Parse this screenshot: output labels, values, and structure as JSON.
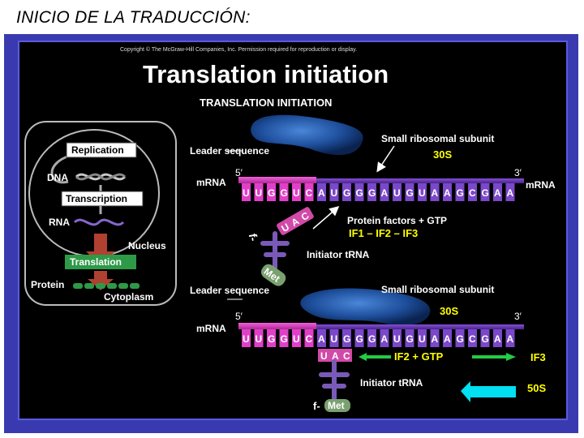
{
  "slide_title": "INICIO DE LA TRADUCCIÓN:",
  "copyright": "Copyright © The McGraw-Hill Companies, Inc. Permission required for reproduction or display.",
  "figure_title": "Translation initiation",
  "section_heading": "TRANSLATION INITIATION",
  "cell_diagram": {
    "replication": "Replication",
    "dna": "DNA",
    "transcription": "Transcription",
    "rna": "RNA",
    "nucleus": "Nucleus",
    "translation": "Translation",
    "protein": "Protein",
    "cytoplasm": "Cytoplasm"
  },
  "step1": {
    "leader_sequence": "Leader sequence",
    "five_prime": "5′",
    "three_prime": "3′",
    "mrna_left": "mRNA",
    "mrna_right": "mRNA",
    "small_subunit": "Small ribosomal subunit",
    "s30_label": "30S",
    "protein_factors": "Protein factors + GTP",
    "if_factors": "IF1 – IF2 – IF3",
    "initiator_trna": "Initiator tRNA",
    "f_prefix": "f-",
    "met": "Met",
    "anticodon": [
      "U",
      "A",
      "C"
    ],
    "sequence": [
      "U",
      "U",
      "G",
      "G",
      "U",
      "C",
      "A",
      "U",
      "G",
      "G",
      "G",
      "A",
      "U",
      "G",
      "U",
      "A",
      "A",
      "G",
      "C",
      "G",
      "A",
      "A"
    ]
  },
  "step2": {
    "leader_sequence": "Leader sequence",
    "five_prime": "5′",
    "three_prime": "3′",
    "mrna_left": "mRNA",
    "small_subunit": "Small ribosomal subunit",
    "s30_label": "30S",
    "if2_gtp": "IF2 + GTP",
    "if3": "IF3",
    "s50_label": "50S",
    "initiator_trna": "Initiator tRNA",
    "f_prefix": "f-",
    "met": "Met",
    "anticodon": [
      "U",
      "A",
      "C"
    ],
    "sequence": [
      "U",
      "U",
      "G",
      "G",
      "U",
      "C",
      "A",
      "U",
      "G",
      "G",
      "G",
      "A",
      "U",
      "G",
      "U",
      "A",
      "A",
      "G",
      "C",
      "G",
      "A",
      "A"
    ]
  },
  "colors": {
    "frame": "#3a3ab0",
    "panel": "#000000",
    "mrna_magenta": "#e040c8",
    "mrna_violet": "#6a3ab8",
    "ribosome_blue": "#1e4f9c",
    "arrow_green": "#22cc44",
    "arrow_cyan": "#00e0f0",
    "translation_green": "#2e9a48",
    "label_yellow": "#ffff00"
  }
}
